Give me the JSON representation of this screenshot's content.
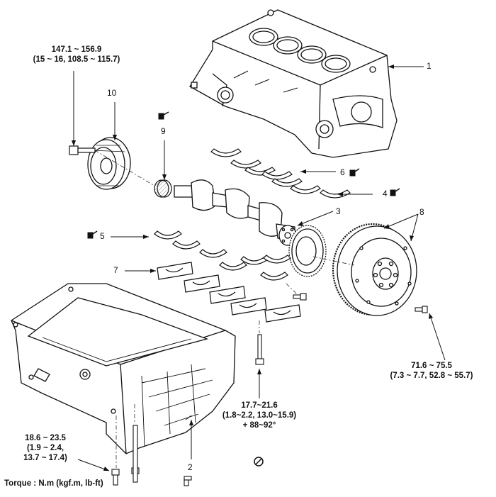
{
  "part_numbers": {
    "p1": "1",
    "p2": "2",
    "p3": "3",
    "p4": "4",
    "p5": "5",
    "p6": "6",
    "p7": "7",
    "p8": "8",
    "p9": "9",
    "p10": "10"
  },
  "torque_specs": {
    "pulley_bolt": {
      "line1": "147.1 ~ 156.9",
      "line2": "(15 ~ 16, 108.5 ~ 115.7)"
    },
    "flywheel_bolt": {
      "line1": "71.6 ~ 75.5",
      "line2": "(7.3 ~ 7.7, 52.8 ~ 55.7)"
    },
    "bearing_cap_bolt": {
      "line1": "17.7~21.6",
      "line2": "(1.8~2.2, 13.0~15.9)",
      "line3": "+ 88~92°"
    },
    "oil_pan_bolt": {
      "line1": "18.6 ~ 23.5",
      "line2": "(1.9 ~ 2.4,",
      "line3": "13.7 ~ 17.4)"
    }
  },
  "footer_note": "Torque : N.m (kgf.m, lb-ft)",
  "colors": {
    "line": "#111111",
    "fill": "#ffffff",
    "shade": "#d9d9d9"
  },
  "icons": [
    "oil-can-icon",
    "do-not-reuse-icon"
  ]
}
